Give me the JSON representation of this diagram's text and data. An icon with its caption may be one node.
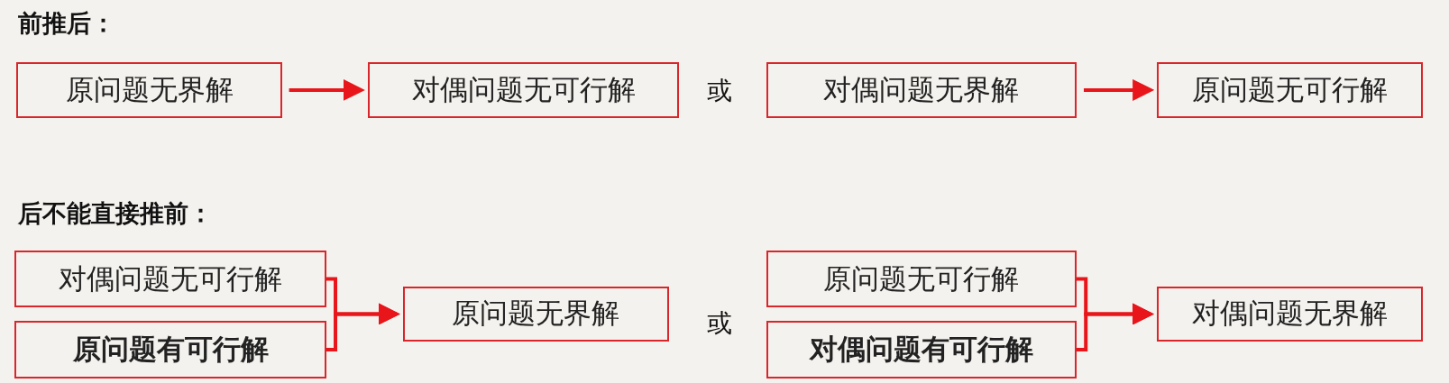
{
  "diagram": {
    "nodes": [
      {
        "text": [
          "原问题无界解"
        ]
      },
      {
        "text": [
          "对偶问题无可行解"
        ]
      },
      {
        "text": [
          "对偶问题无界解"
        ]
      },
      {
        "text": [
          "原问题无可行解"
        ]
      },
      {
        "text": [
          "对偶问题无可行解"
        ]
      },
      {
        "text": [
          "原问题有可行解"
        ]
      },
      {
        "text": [
          "原问题无界解"
        ]
      },
      {
        "text": [
          "原问题无可行解"
        ]
      },
      {
        "text": [
          "对偶问题有可行解"
        ]
      },
      {
        "text": [
          "对偶问题无界解"
        ]
      }
    ],
    "edges": [
      {
        "from": 0,
        "to": 1,
        "arrow": "to"
      },
      {
        "from": 2,
        "to": 3,
        "arrow": "to"
      },
      {
        "from": 4,
        "to": 6,
        "arrow": "to"
      },
      {
        "from": 5,
        "to": 6,
        "arrow": "to"
      },
      {
        "from": 7,
        "to": 9,
        "arrow": "to"
      },
      {
        "from": 8,
        "to": 9,
        "arrow": "to"
      }
    ],
    "labels": [
      "前推后：",
      "或",
      "后不能直接推前：",
      "或"
    ]
  }
}
